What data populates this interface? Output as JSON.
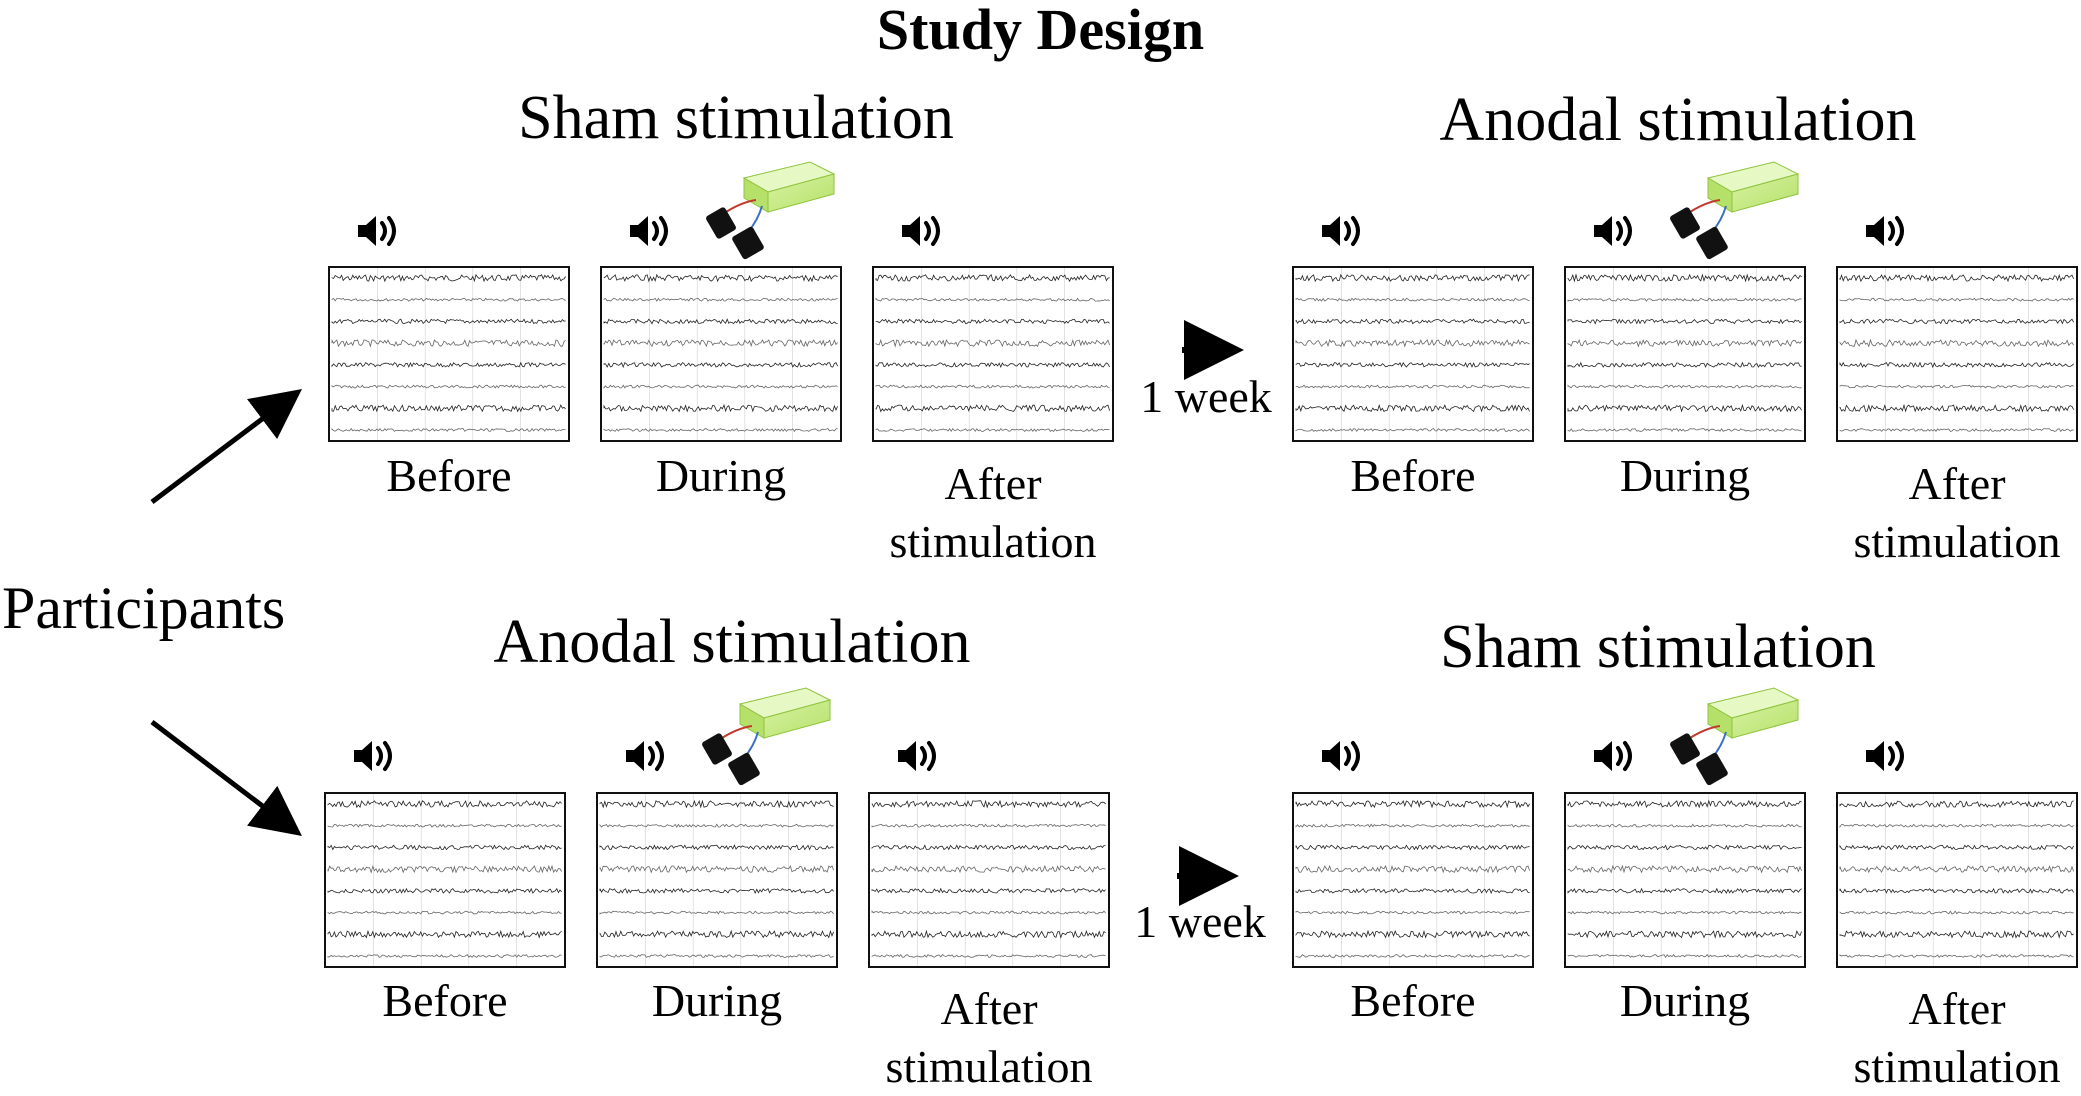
{
  "title": "Study Design",
  "participants_label": "Participants",
  "week_label": "1 week",
  "rows": [
    {
      "conditions": [
        {
          "title": "Sham stimulation",
          "phases": [
            "Before",
            "During",
            "After stimulation"
          ]
        },
        {
          "title": "Anodal stimulation",
          "phases": [
            "Before",
            "During",
            "After stimulation"
          ]
        }
      ]
    },
    {
      "conditions": [
        {
          "title": "Anodal stimulation",
          "phases": [
            "Before",
            "During",
            "After stimulation"
          ]
        },
        {
          "title": "Sham stimulation",
          "phases": [
            "Before",
            "During",
            "After stimulation"
          ]
        }
      ]
    }
  ],
  "icons": {
    "speaker": "speaker-icon",
    "stimulator": "tdcs-stimulator-icon",
    "arrow": "arrow-icon"
  },
  "colors": {
    "stimulator_body": "#b5e06a",
    "stimulator_edge": "#8fc43d",
    "electrode": "#111111",
    "wire_red": "#c23a2b",
    "wire_blue": "#3a6fc2"
  }
}
